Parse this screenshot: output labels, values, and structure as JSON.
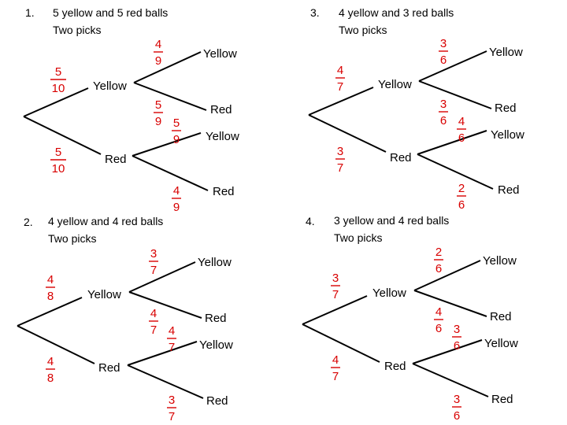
{
  "colors": {
    "fraction": "#d80000",
    "text": "#000000",
    "line": "#000000"
  },
  "trees": [
    {
      "number": "1.",
      "title_line1": "5 yellow and 5 red balls",
      "title_line2": "Two picks",
      "first": {
        "yellow_label": "Yellow",
        "red_label": "Red",
        "p_yellow": [
          "5",
          "10"
        ],
        "p_red": [
          "5",
          "10"
        ]
      },
      "after_yellow": {
        "yellow_label": "Yellow",
        "red_label": "Red",
        "p_yellow": [
          "4",
          "9"
        ],
        "p_red": [
          "5",
          "9"
        ]
      },
      "after_red": {
        "yellow_label": "Yellow",
        "red_label": "Red",
        "p_yellow": [
          "5",
          "9"
        ],
        "p_red": [
          "4",
          "9"
        ]
      }
    },
    {
      "number": "3.",
      "title_line1": "4 yellow and 3 red balls",
      "title_line2": "Two picks",
      "first": {
        "yellow_label": "Yellow",
        "red_label": "Red",
        "p_yellow": [
          "4",
          "7"
        ],
        "p_red": [
          "3",
          "7"
        ]
      },
      "after_yellow": {
        "yellow_label": "Yellow",
        "red_label": "Red",
        "p_yellow": [
          "3",
          "6"
        ],
        "p_red": [
          "3",
          "6"
        ]
      },
      "after_red": {
        "yellow_label": "Yellow",
        "red_label": "Red",
        "p_yellow": [
          "4",
          "6"
        ],
        "p_red": [
          "2",
          "6"
        ]
      }
    },
    {
      "number": "2.",
      "title_line1": "4 yellow and 4 red balls",
      "title_line2": "Two picks",
      "first": {
        "yellow_label": "Yellow",
        "red_label": "Red",
        "p_yellow": [
          "4",
          "8"
        ],
        "p_red": [
          "4",
          "8"
        ]
      },
      "after_yellow": {
        "yellow_label": "Yellow",
        "red_label": "Red",
        "p_yellow": [
          "3",
          "7"
        ],
        "p_red": [
          "4",
          "7"
        ]
      },
      "after_red": {
        "yellow_label": "Yellow",
        "red_label": "Red",
        "p_yellow": [
          "4",
          "7"
        ],
        "p_red": [
          "3",
          "7"
        ]
      }
    },
    {
      "number": "4.",
      "title_line1": "3 yellow and 4 red balls",
      "title_line2": "Two picks",
      "first": {
        "yellow_label": "Yellow",
        "red_label": "Red",
        "p_yellow": [
          "3",
          "7"
        ],
        "p_red": [
          "4",
          "7"
        ]
      },
      "after_yellow": {
        "yellow_label": "Yellow",
        "red_label": "Red",
        "p_yellow": [
          "2",
          "6"
        ],
        "p_red": [
          "4",
          "6"
        ]
      },
      "after_red": {
        "yellow_label": "Yellow",
        "red_label": "Red",
        "p_yellow": [
          "3",
          "6"
        ],
        "p_red": [
          "3",
          "6"
        ]
      }
    }
  ]
}
